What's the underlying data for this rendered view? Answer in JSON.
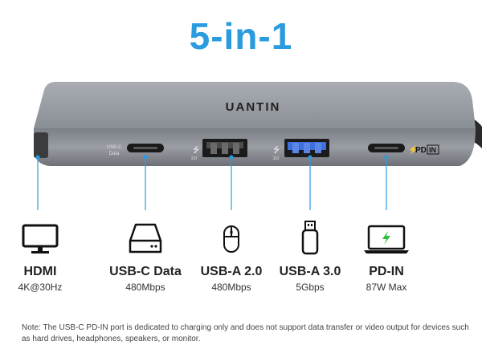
{
  "headline": {
    "text": "5-in-1",
    "color": "#2b9be0"
  },
  "device": {
    "brand": "UANTIN",
    "body_color": "#8d9198",
    "port_labels": {
      "usbc_data": [
        "USB-C",
        "Data"
      ],
      "usba2_speed": "2.0",
      "usba3_speed": "3.0",
      "pd_in": [
        "PD",
        "IN"
      ]
    }
  },
  "ports": [
    {
      "name": "HDMI",
      "spec": "4K@30Hz",
      "icon": "monitor-icon"
    },
    {
      "name": "USB-C Data",
      "spec": "480Mbps",
      "icon": "hard-drive-icon"
    },
    {
      "name": "USB-A 2.0",
      "spec": "480Mbps",
      "icon": "mouse-icon"
    },
    {
      "name": "USB-A 3.0",
      "spec": "5Gbps",
      "icon": "usb-stick-icon"
    },
    {
      "name": "PD-IN",
      "spec": "87W Max",
      "icon": "laptop-charging-icon"
    }
  ],
  "colors": {
    "accent": "#2b9be0",
    "usb3_blue": "#3f6fd8",
    "charge_green": "#2fbf3a"
  },
  "note": "Note: The USB-C PD-IN port is dedicated to charging only and does not support data transfer or video output for devices such as hard drives, headphones, speakers, or monitor."
}
